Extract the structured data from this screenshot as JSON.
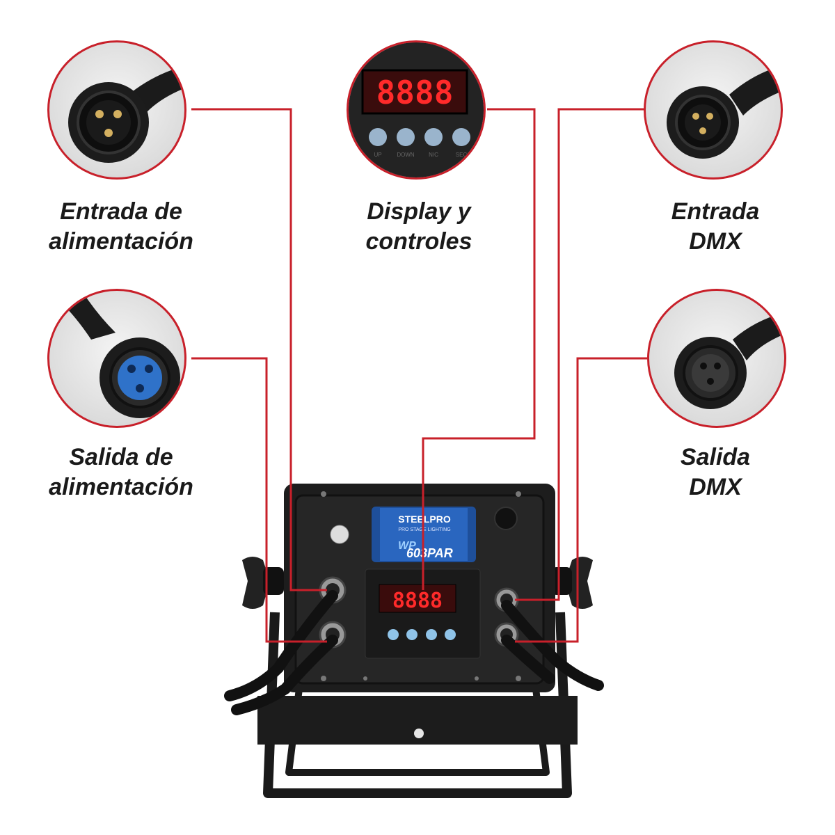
{
  "callouts": {
    "power_input": {
      "line1": "Entrada de",
      "line2": "alimentación"
    },
    "display": {
      "line1": "Display y",
      "line2": "controles"
    },
    "dmx_input": {
      "line1": "Entrada",
      "line2": "DMX"
    },
    "power_output": {
      "line1": "Salida de",
      "line2": "alimentación"
    },
    "dmx_output": {
      "line1": "Salida",
      "line2": "DMX"
    }
  },
  "device": {
    "brand": "STEELPRO",
    "tagline": "PRO STAGE LIGHTING",
    "model_prefix": "WP",
    "model": "603PAR",
    "display_readout": "8888",
    "buttons": [
      "UP",
      "DOWN",
      "N/C",
      "SEC"
    ]
  },
  "colors": {
    "accent": "#c8202a",
    "led": "#ff2a2a",
    "button": "#8fc3e8",
    "badge": "#1e4f9a"
  }
}
